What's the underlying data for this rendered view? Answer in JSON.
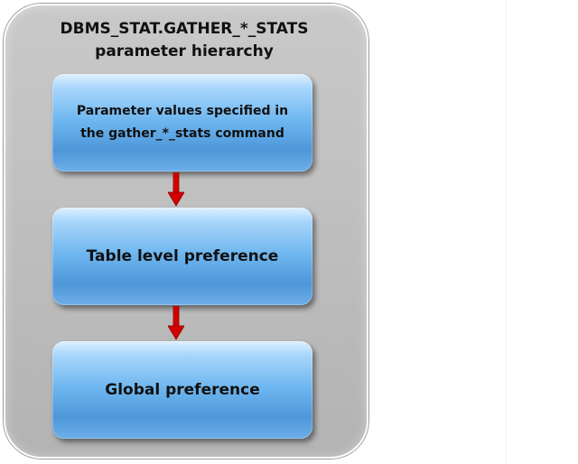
{
  "title": {
    "line1": "DBMS_STAT.GATHER_*_STATS",
    "line2": "parameter hierarchy"
  },
  "levels": [
    {
      "line1": "Parameter values  specified in",
      "line2": "the gather_*_stats command"
    },
    {
      "label": "Table level preference"
    },
    {
      "label": "Global  preference"
    }
  ],
  "colors": {
    "panel": "#c0c0c0",
    "box": "#6eb6ef",
    "arrow": "#d40000"
  },
  "icons": [
    "arrow-down-icon",
    "arrow-down-icon"
  ]
}
